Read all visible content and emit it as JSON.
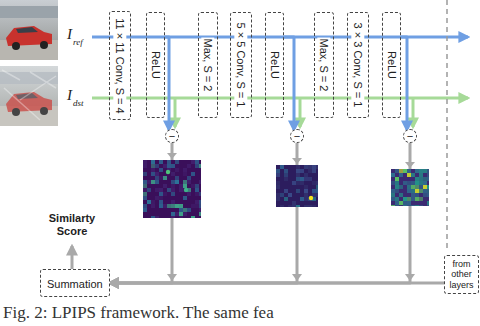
{
  "diagram": {
    "caption": "Fig. 2: LPIPS framework. The same fea",
    "nodes": [
      {
        "text": [
          "11 × 11 Conv, S = 4"
        ]
      },
      {
        "text": [
          "ReLU"
        ]
      },
      {
        "text": [
          "Max, S = 2"
        ]
      },
      {
        "text": [
          "5 × 5 Conv, S = 1"
        ]
      },
      {
        "text": [
          "ReLU"
        ]
      },
      {
        "text": [
          "Max, S = 2"
        ]
      },
      {
        "text": [
          "3 × 3 Conv, S = 1"
        ]
      },
      {
        "text": [
          "ReLU"
        ]
      },
      {
        "text": [
          "−"
        ]
      },
      {
        "text": [
          "−"
        ]
      },
      {
        "text": [
          "−"
        ]
      },
      {
        "text": [
          "Summation"
        ]
      },
      {
        "text": [
          "from other layers"
        ]
      }
    ],
    "edges": [
      {
        "from": 1,
        "to": 8,
        "arrow": "to"
      },
      {
        "from": 4,
        "to": 9,
        "arrow": "to"
      },
      {
        "from": 7,
        "to": 10,
        "arrow": "to"
      },
      {
        "from": 8,
        "to": 11,
        "arrow": "to"
      },
      {
        "from": 9,
        "to": 11,
        "arrow": "to"
      },
      {
        "from": 10,
        "to": 11,
        "arrow": "to"
      },
      {
        "from": 12,
        "to": 11,
        "arrow": "to"
      }
    ],
    "labels": [
      "I",
      "ref",
      "I",
      "dst",
      "Similarty Score"
    ]
  }
}
